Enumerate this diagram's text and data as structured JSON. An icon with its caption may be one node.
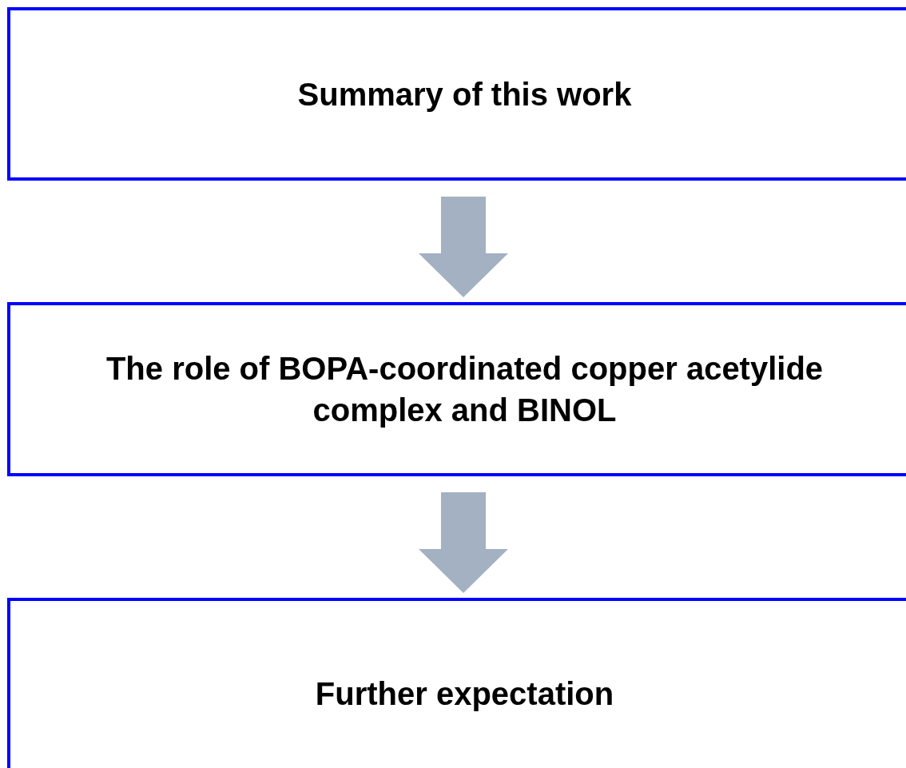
{
  "diagram": {
    "nodes": [
      {
        "text": [
          "Summary of this work"
        ]
      },
      {
        "text": [
          "The role of BOPA-coordinated copper acetylide complex and BINOL"
        ]
      },
      {
        "text": [
          "Further expectation"
        ]
      }
    ],
    "edges": [
      {
        "from": 0,
        "to": 1,
        "arrow": "to",
        "style": "thick"
      },
      {
        "from": 1,
        "to": 2,
        "arrow": "to",
        "style": "thick"
      }
    ]
  }
}
